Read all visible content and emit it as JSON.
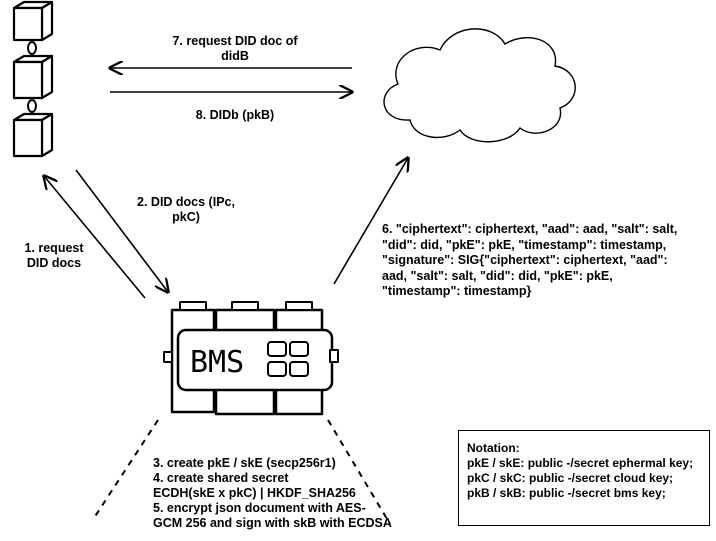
{
  "arrows": {
    "step7": [
      "7. request DID doc of",
      "didB"
    ],
    "step8": "8. DIDb (pkB)",
    "step2": [
      "2. DID docs (IPc,",
      "pkC)"
    ],
    "step1": [
      "1. request",
      "DID docs"
    ],
    "step6": [
      "6. \"ciphertext\": ciphertext, \"aad\": aad, \"salt\": salt,",
      "\"did\": did, \"pkE\": pkE, \"timestamp\": timestamp,",
      "\"signature\": SIG{\"ciphertext\": ciphertext, \"aad\":",
      "aad, \"salt\": salt, \"did\": did, \"pkE\": pkE,",
      "\"timestamp\": timestamp}"
    ]
  },
  "bms": {
    "label": "BMS"
  },
  "steps_bottom": [
    "3. create pkE / skE (secp256r1)",
    "4. create shared secret",
    "ECDH(skE x pkC) | HKDF_SHA256",
    "5. encrypt json document with AES-",
    "GCM 256 and sign with skB with ECDSA"
  ],
  "notation": {
    "title": "Notation:",
    "lines": [
      "pkE / skE: public -/secret ephermal key;",
      "pkC / skC: public -/secret cloud key;",
      "pkB / skB: public -/secret bms key;"
    ]
  }
}
